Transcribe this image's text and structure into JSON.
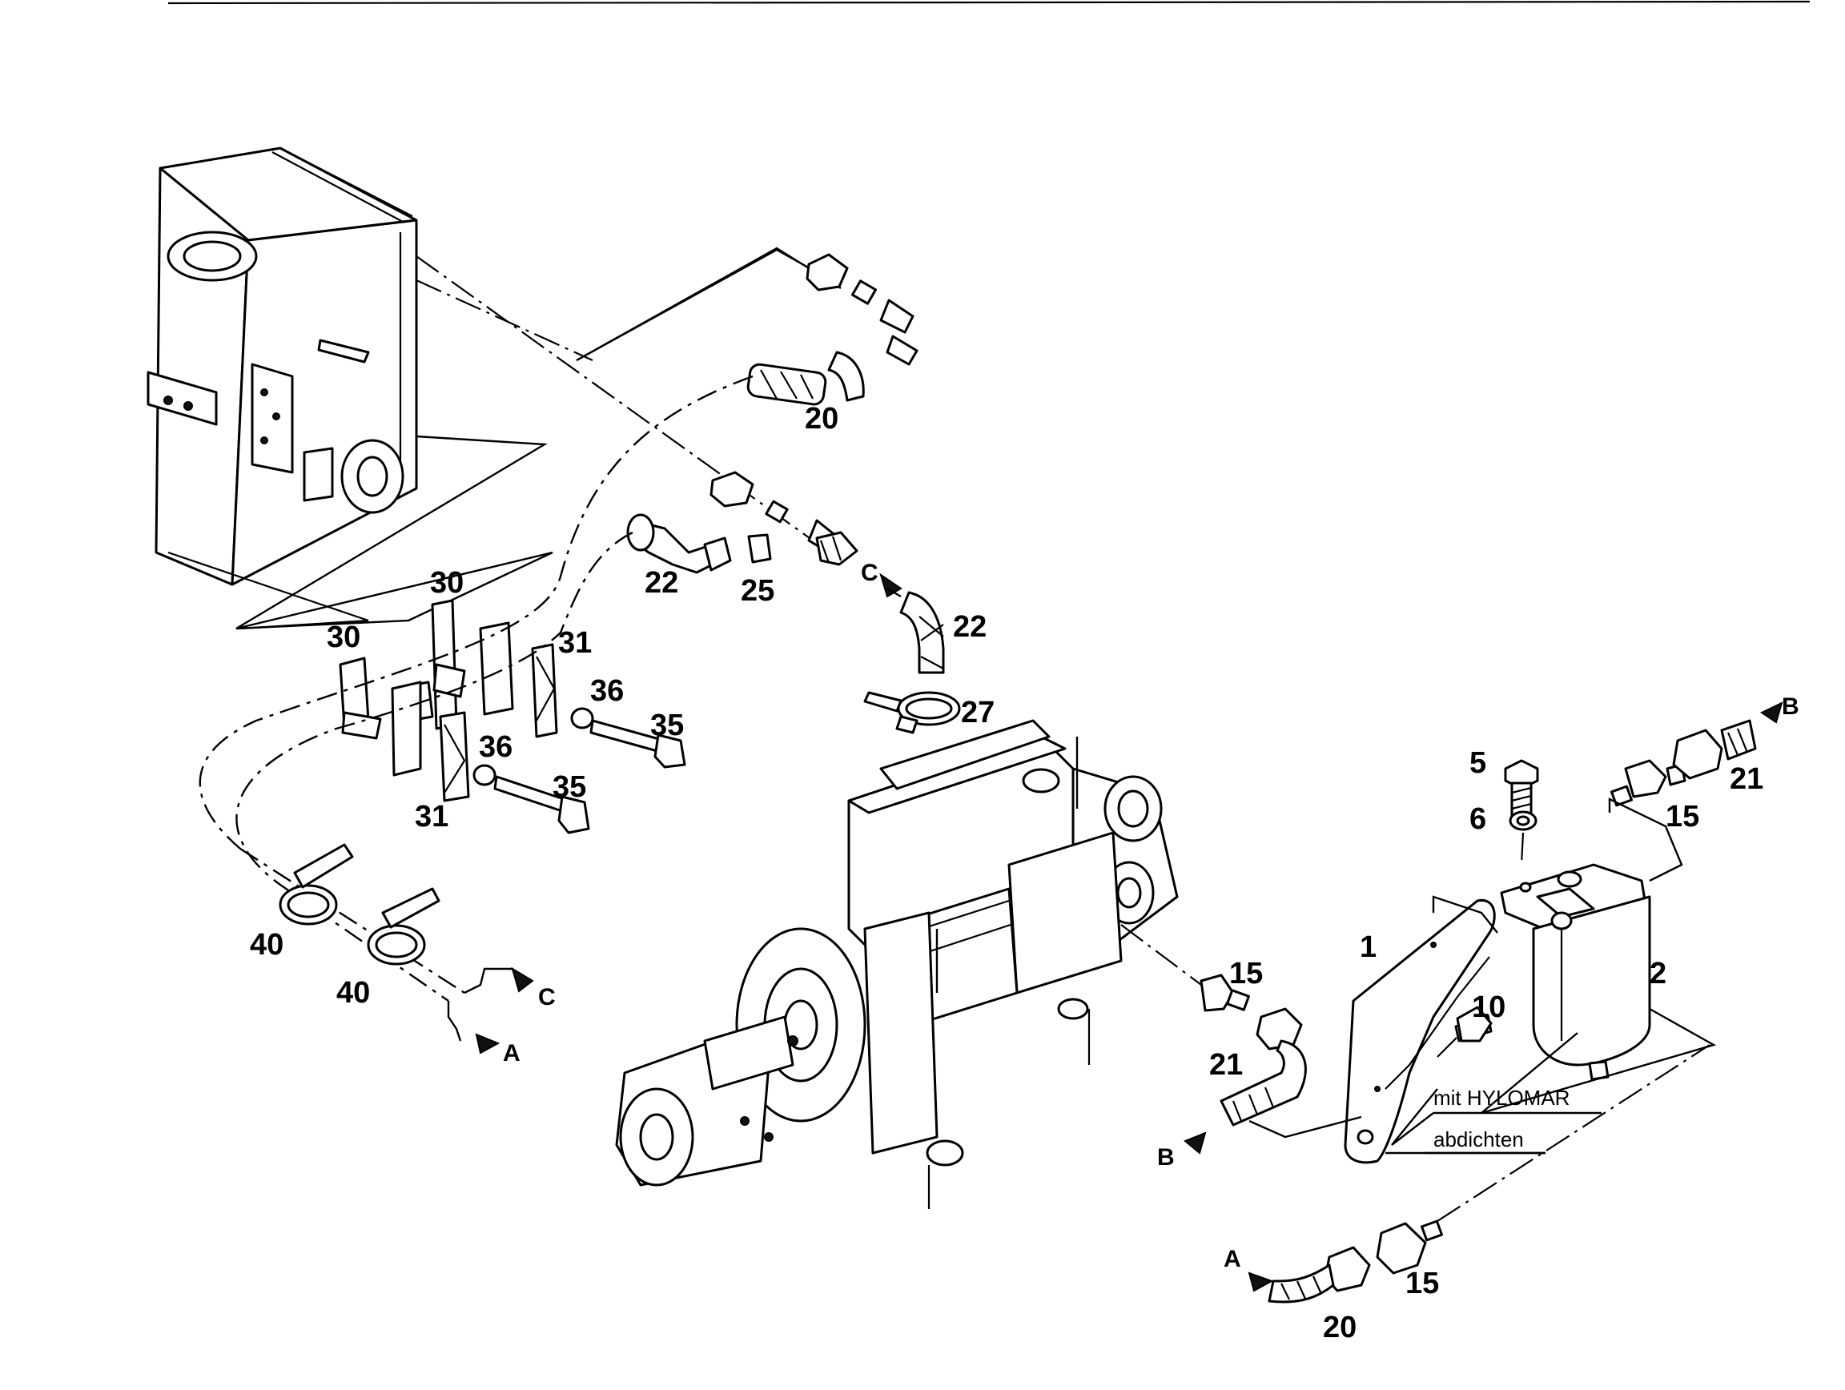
{
  "callouts": {
    "c1": "1",
    "c2": "2",
    "c5": "5",
    "c6": "6",
    "c10": "10",
    "c15a": "15",
    "c15b": "15",
    "c15c": "15",
    "c20a": "20",
    "c20b": "20",
    "c21a": "21",
    "c21b": "21",
    "c22a": "22",
    "c22b": "22",
    "c25": "25",
    "c27": "27",
    "c30a": "30",
    "c30b": "30",
    "c31a": "31",
    "c31b": "31",
    "c35a": "35",
    "c35b": "35",
    "c36a": "36",
    "c36b": "36",
    "c40a": "40",
    "c40b": "40"
  },
  "connectors": {
    "a1": "A",
    "a2": "A",
    "b1": "B",
    "b2": "B",
    "c1": "C",
    "c2": "C"
  },
  "note": {
    "line1": "mit HYLOMAR",
    "line2": "abdichten"
  }
}
